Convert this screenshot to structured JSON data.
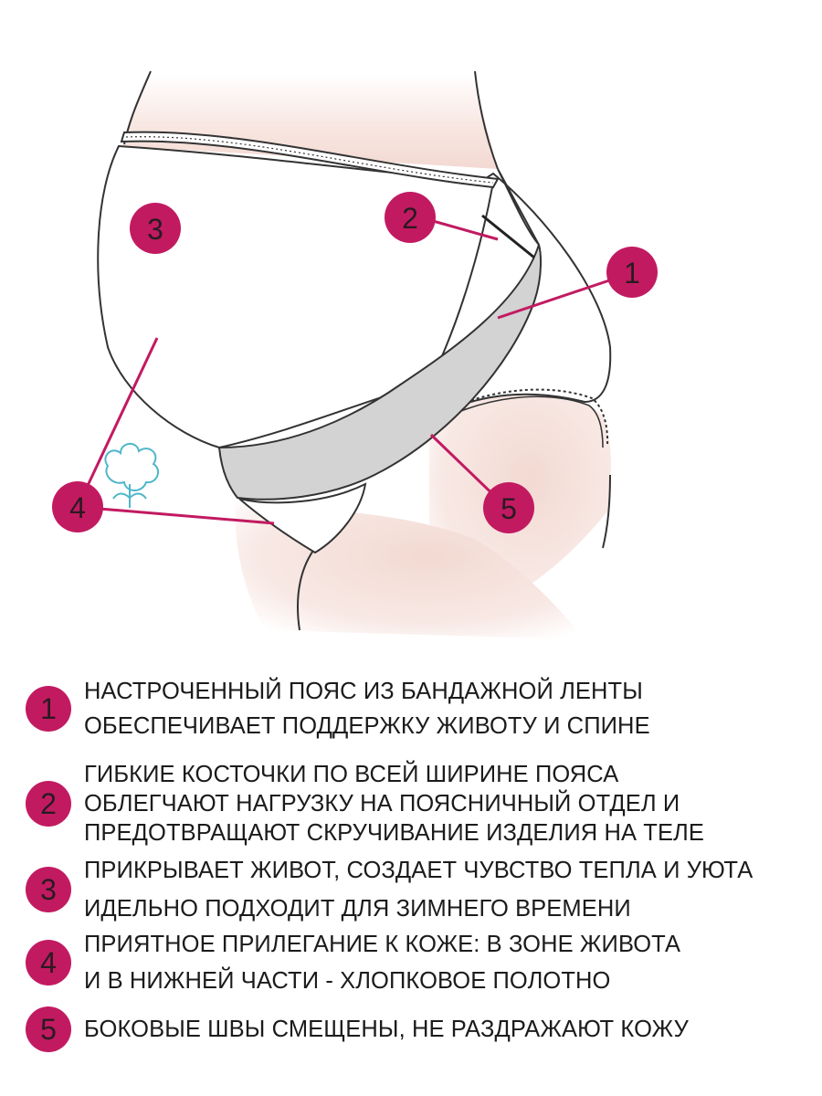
{
  "callouts": [
    "1",
    "2",
    "3",
    "4",
    "5"
  ],
  "features": [
    {
      "number": "1",
      "lines": [
        "НАСТРОЧЕННЫЙ ПОЯС ИЗ БАНДАЖНОЙ ЛЕНТЫ",
        "ОБЕСПЕЧИВАЕТ ПОДДЕРЖКУ ЖИВОТУ И СПИНЕ"
      ]
    },
    {
      "number": "2",
      "lines": [
        "ГИБКИЕ КОСТОЧКИ ПО ВСЕЙ ШИРИНЕ ПОЯСА",
        "ОБЛЕГЧАЮТ НАГРУЗКУ НА ПОЯСНИЧНЫЙ ОТДЕЛ И",
        "ПРЕДОТВРАЩАЮТ СКРУЧИВАНИЕ ИЗДЕЛИЯ НА ТЕЛЕ"
      ]
    },
    {
      "number": "3",
      "lines": [
        "ПРИКРЫВАЕТ ЖИВОТ, СОЗДАЕТ ЧУВСТВО ТЕПЛА И УЮТА",
        "ИДЕЛЬНО ПОДХОДИТ ДЛЯ ЗИМНЕГО ВРЕМЕНИ"
      ]
    },
    {
      "number": "4",
      "lines": [
        "ПРИЯТНОЕ ПРИЛЕГАНИЕ К КОЖЕ: В ЗОНЕ ЖИВОТА",
        "И В НИЖНЕЙ ЧАСТИ - ХЛОПКОВОЕ ПОЛОТНО"
      ]
    },
    {
      "number": "5",
      "lines": [
        "БОКОВЫЕ ШВЫ СМЕЩЕНЫ, НЕ РАЗДРАЖАЮТ КОЖУ"
      ]
    }
  ],
  "colors": {
    "accent": "#c21a61",
    "skin": "#f6e2dc",
    "band": "#d3d3d3",
    "outline": "#333333",
    "cotton": "#4fb6c9"
  },
  "icons": [
    "cotton-flower-icon"
  ]
}
